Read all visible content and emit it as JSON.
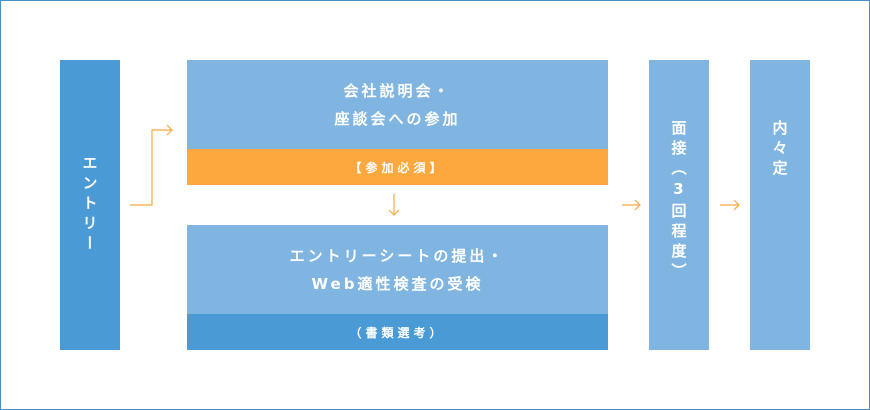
{
  "flow": {
    "entry": "エントリー",
    "seminar_line1": "会社説明会・",
    "seminar_line2": "座談会への参加",
    "required": "【参加必須】",
    "application_line1": "エントリーシートの提出・",
    "application_line2": "Web適性検査の受検",
    "screening": "（書類選考）",
    "interview": "面接（3回程度）",
    "offer": "内々定"
  },
  "colors": {
    "dark_blue": "#4a9ad6",
    "light_blue": "#7fb5e0",
    "orange": "#fca83f",
    "border": "#4a8fc7"
  }
}
